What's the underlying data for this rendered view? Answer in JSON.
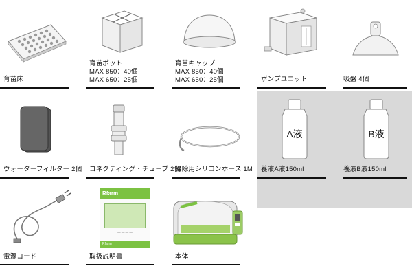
{
  "items": [
    {
      "id": "seedbed",
      "lines": [
        "育苗床"
      ]
    },
    {
      "id": "seedpot",
      "lines": [
        "育苗ポット",
        "MAX 850：40個",
        "MAX 650：25個"
      ]
    },
    {
      "id": "seedcap",
      "lines": [
        "育苗キャップ",
        "MAX 850：40個",
        "MAX 650：25個"
      ]
    },
    {
      "id": "pump",
      "lines": [
        "ポンプユニット"
      ]
    },
    {
      "id": "suction",
      "lines": [
        "吸盤 4個"
      ]
    },
    {
      "id": "filter",
      "lines": [
        "ウォーターフィルター 2個"
      ]
    },
    {
      "id": "connect",
      "lines": [
        "コネクティング・チューブ 2個"
      ]
    },
    {
      "id": "hose",
      "lines": [
        "掃除用シリコンホース 1M"
      ]
    },
    {
      "id": "nutA",
      "lines": [
        "養液A液150ml"
      ],
      "bottle_text": "A液"
    },
    {
      "id": "nutB",
      "lines": [
        "養液B液150ml"
      ],
      "bottle_text": "B液"
    },
    {
      "id": "cord",
      "lines": [
        "電源コード"
      ]
    },
    {
      "id": "manual",
      "lines": [
        "取扱説明書"
      ]
    },
    {
      "id": "body",
      "lines": [
        "本体"
      ]
    }
  ],
  "colors": {
    "panel": "#d9d9d9",
    "accent": "#7cc242",
    "line": "#111111"
  }
}
